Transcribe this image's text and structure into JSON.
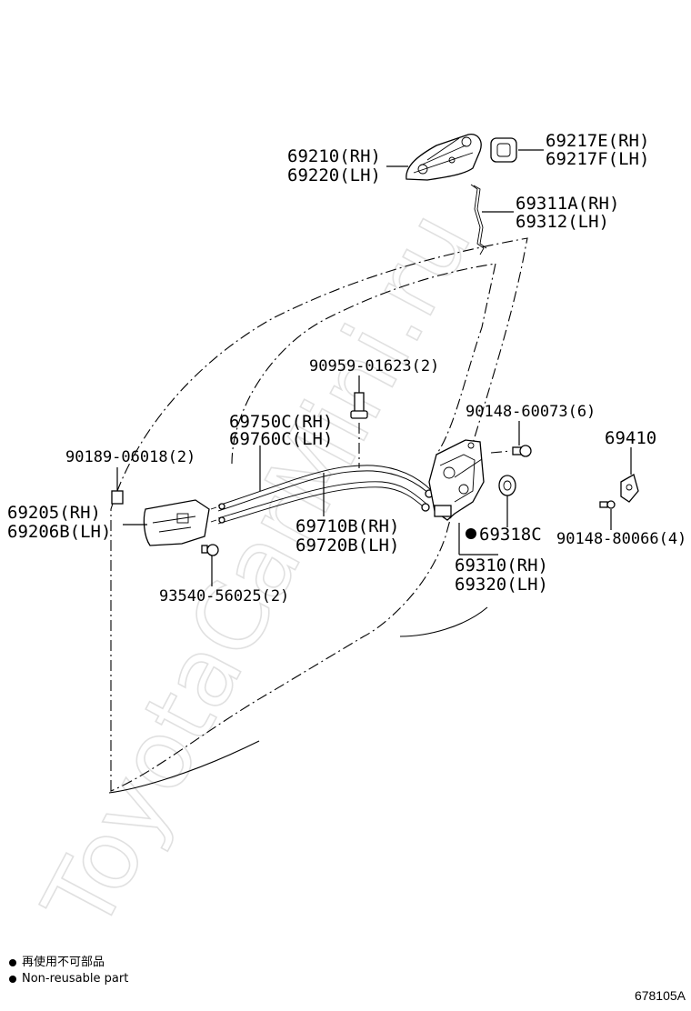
{
  "watermark": "ToyotaCarMini.ru",
  "labels": {
    "p69210": "69210(RH)",
    "p69220": "69220(LH)",
    "p69217e": "69217E(RH)",
    "p69217f": "69217F(LH)",
    "p69311a": "69311A(RH)",
    "p69312": "69312(LH)",
    "p90959": "90959-01623(2)",
    "p90148a": "90148-60073(6)",
    "p69410": "69410",
    "p69750c": "69750C(RH)",
    "p69760c": "69760C(LH)",
    "p90189": "90189-06018(2)",
    "p69205": "69205(RH)",
    "p69206b": "69206B(LH)",
    "p69710b": "69710B(RH)",
    "p69720b": "69720B(LH)",
    "p69318c": "69318C",
    "p90148b": "90148-80066(4)",
    "p93540": "93540-56025(2)",
    "p69310": "69310(RH)",
    "p69320": "69320(LH)"
  },
  "legend": {
    "japanese": "再使用不可部品",
    "english": "Non-reusable part"
  },
  "figure_code": "678105A"
}
